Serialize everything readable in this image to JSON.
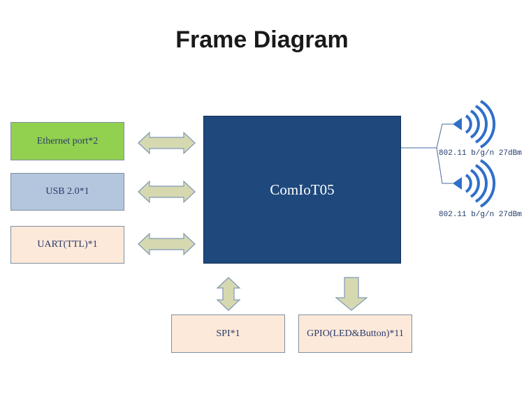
{
  "title": "Frame Diagram",
  "core": {
    "label": "ComIoT05"
  },
  "interfaces": {
    "ethernet": "Ethernet port*2",
    "usb": "USB 2.0*1",
    "uart": "UART(TTL)*1",
    "spi": "SPI*1",
    "gpio": "GPIO(LED&Button)*11"
  },
  "wifi": [
    {
      "label": "802.11 b/g/n 27dBm"
    },
    {
      "label": "802.11 b/g/n 27dBm"
    }
  ],
  "colors": {
    "core_fill": "#1f497d",
    "ethernet_fill": "#92d050",
    "usb_fill": "#b3c6dd",
    "peach_fill": "#fde9d9",
    "arrow_fill": "#d6d9b0",
    "arrow_stroke": "#7f97b8",
    "wifi_blue": "#2f6fc9"
  }
}
